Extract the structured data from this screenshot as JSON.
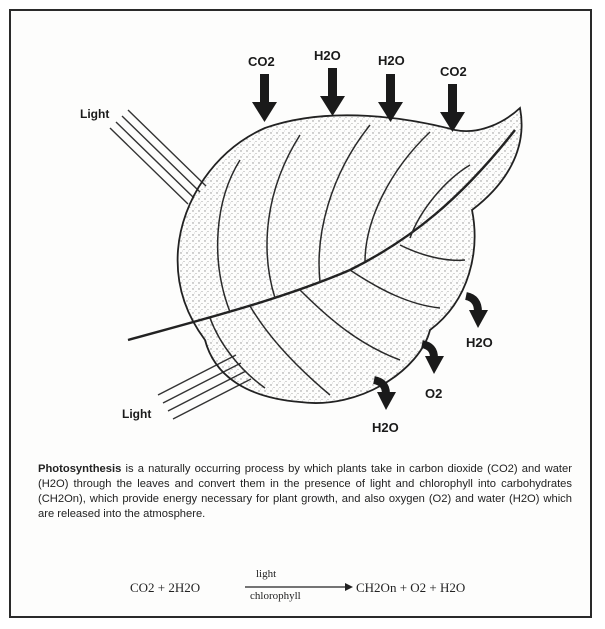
{
  "labels": {
    "co2_left": "CO2",
    "h2o_top_1": "H2O",
    "h2o_top_2": "H2O",
    "co2_right": "CO2",
    "light_upper": "Light",
    "light_lower": "Light",
    "h2o_right": "H2O",
    "o2_out": "O2",
    "h2o_bottom": "H2O"
  },
  "caption": {
    "term": "Photosynthesis",
    "text": " is a naturally occurring process by which plants take in carbon dioxide (CO2) and water (H2O) through the leaves and convert them in the presence of light and chlorophyll into carbohydrates (CH2On), which provide energy necessary for plant growth, and also oxygen (O2) and water (H2O) which are released into the atmosphere."
  },
  "equation": {
    "left": "CO2 + 2H2O",
    "above_arrow": "light",
    "below_arrow": "chlorophyll",
    "right": "CH2On + O2 + H2O"
  }
}
